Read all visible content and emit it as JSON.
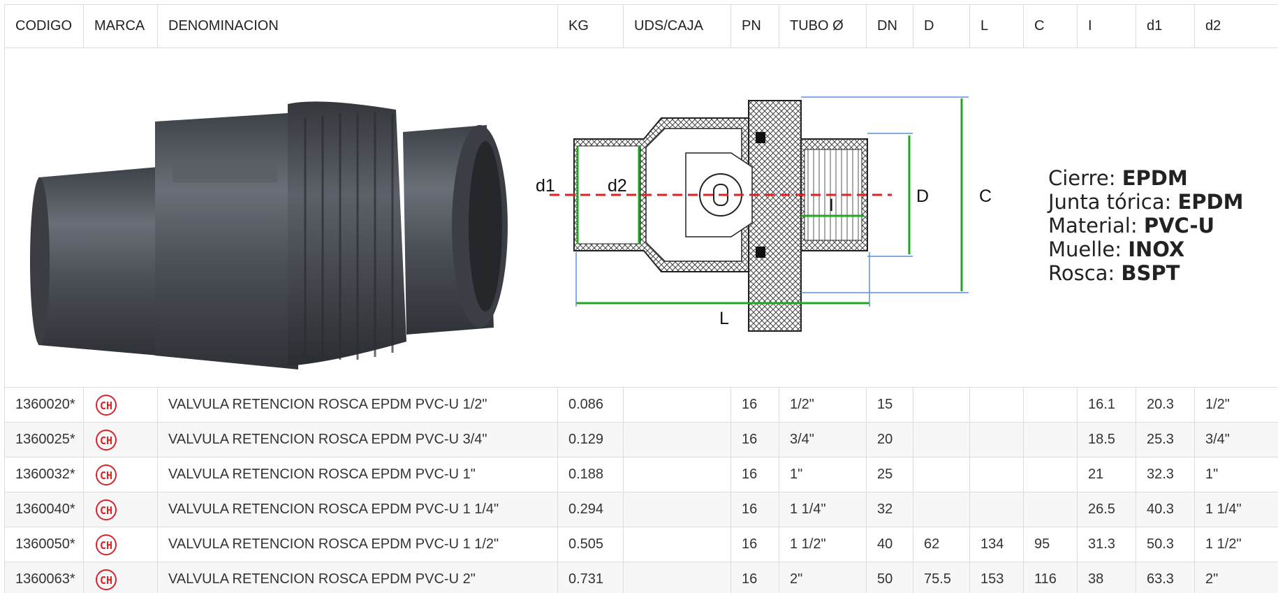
{
  "table": {
    "headers": [
      "CODIGO",
      "MARCA",
      "DENOMINACION",
      "KG",
      "UDS/CAJA",
      "PN",
      "TUBO Ø",
      "DN",
      "D",
      "L",
      "C",
      "I",
      "d1",
      "d2"
    ],
    "rows": [
      {
        "codigo": "1360020*",
        "marca": "CH",
        "denominacion": "VALVULA RETENCION ROSCA EPDM PVC-U 1/2\"",
        "kg": "0.086",
        "uds": "",
        "pn": "16",
        "tubo": "1/2\"",
        "dn": "15",
        "D": "",
        "L": "",
        "C": "",
        "I": "16.1",
        "d1": "20.3",
        "d2": "1/2\""
      },
      {
        "codigo": "1360025*",
        "marca": "CH",
        "denominacion": "VALVULA RETENCION ROSCA EPDM PVC-U 3/4\"",
        "kg": "0.129",
        "uds": "",
        "pn": "16",
        "tubo": "3/4\"",
        "dn": "20",
        "D": "",
        "L": "",
        "C": "",
        "I": "18.5",
        "d1": "25.3",
        "d2": "3/4\""
      },
      {
        "codigo": "1360032*",
        "marca": "CH",
        "denominacion": "VALVULA RETENCION ROSCA EPDM PVC-U 1\"",
        "kg": "0.188",
        "uds": "",
        "pn": "16",
        "tubo": "1\"",
        "dn": "25",
        "D": "",
        "L": "",
        "C": "",
        "I": "21",
        "d1": "32.3",
        "d2": "1\""
      },
      {
        "codigo": "1360040*",
        "marca": "CH",
        "denominacion": "VALVULA RETENCION ROSCA EPDM PVC-U 1 1/4\"",
        "kg": "0.294",
        "uds": "",
        "pn": "16",
        "tubo": "1 1/4\"",
        "dn": "32",
        "D": "",
        "L": "",
        "C": "",
        "I": "26.5",
        "d1": "40.3",
        "d2": "1 1/4\""
      },
      {
        "codigo": "1360050*",
        "marca": "CH",
        "denominacion": "VALVULA RETENCION ROSCA EPDM PVC-U 1 1/2\"",
        "kg": "0.505",
        "uds": "",
        "pn": "16",
        "tubo": "1 1/2\"",
        "dn": "40",
        "D": "62",
        "L": "134",
        "C": "95",
        "I": "31.3",
        "d1": "50.3",
        "d2": "1 1/2\""
      },
      {
        "codigo": "1360063*",
        "marca": "CH",
        "denominacion": "VALVULA RETENCION ROSCA EPDM PVC-U 2\"",
        "kg": "0.731",
        "uds": "",
        "pn": "16",
        "tubo": "2\"",
        "dn": "50",
        "D": "75.5",
        "L": "153",
        "C": "116",
        "I": "38",
        "d1": "63.3",
        "d2": "2\""
      }
    ]
  },
  "diagram": {
    "labels": {
      "d1": "d1",
      "d2": "d2",
      "D": "D",
      "C": "C",
      "I": "I",
      "L": "L"
    }
  },
  "specs": [
    {
      "label": "Cierre: ",
      "value": "EPDM"
    },
    {
      "label": "Junta tórica: ",
      "value": "EPDM"
    },
    {
      "label": "Material: ",
      "value": "PVC-U"
    },
    {
      "label": "Muelle: ",
      "value": "INOX"
    },
    {
      "label": "Rosca: ",
      "value": "BSPT"
    }
  ],
  "colors": {
    "brand_red": "#d9242a",
    "dim_green": "#1fa81f",
    "dim_blue": "#5b8fd8",
    "axis_red": "#e02020",
    "pvc_grey": "#4a4e55"
  },
  "icons": {
    "brand": "ch-logo-icon"
  }
}
